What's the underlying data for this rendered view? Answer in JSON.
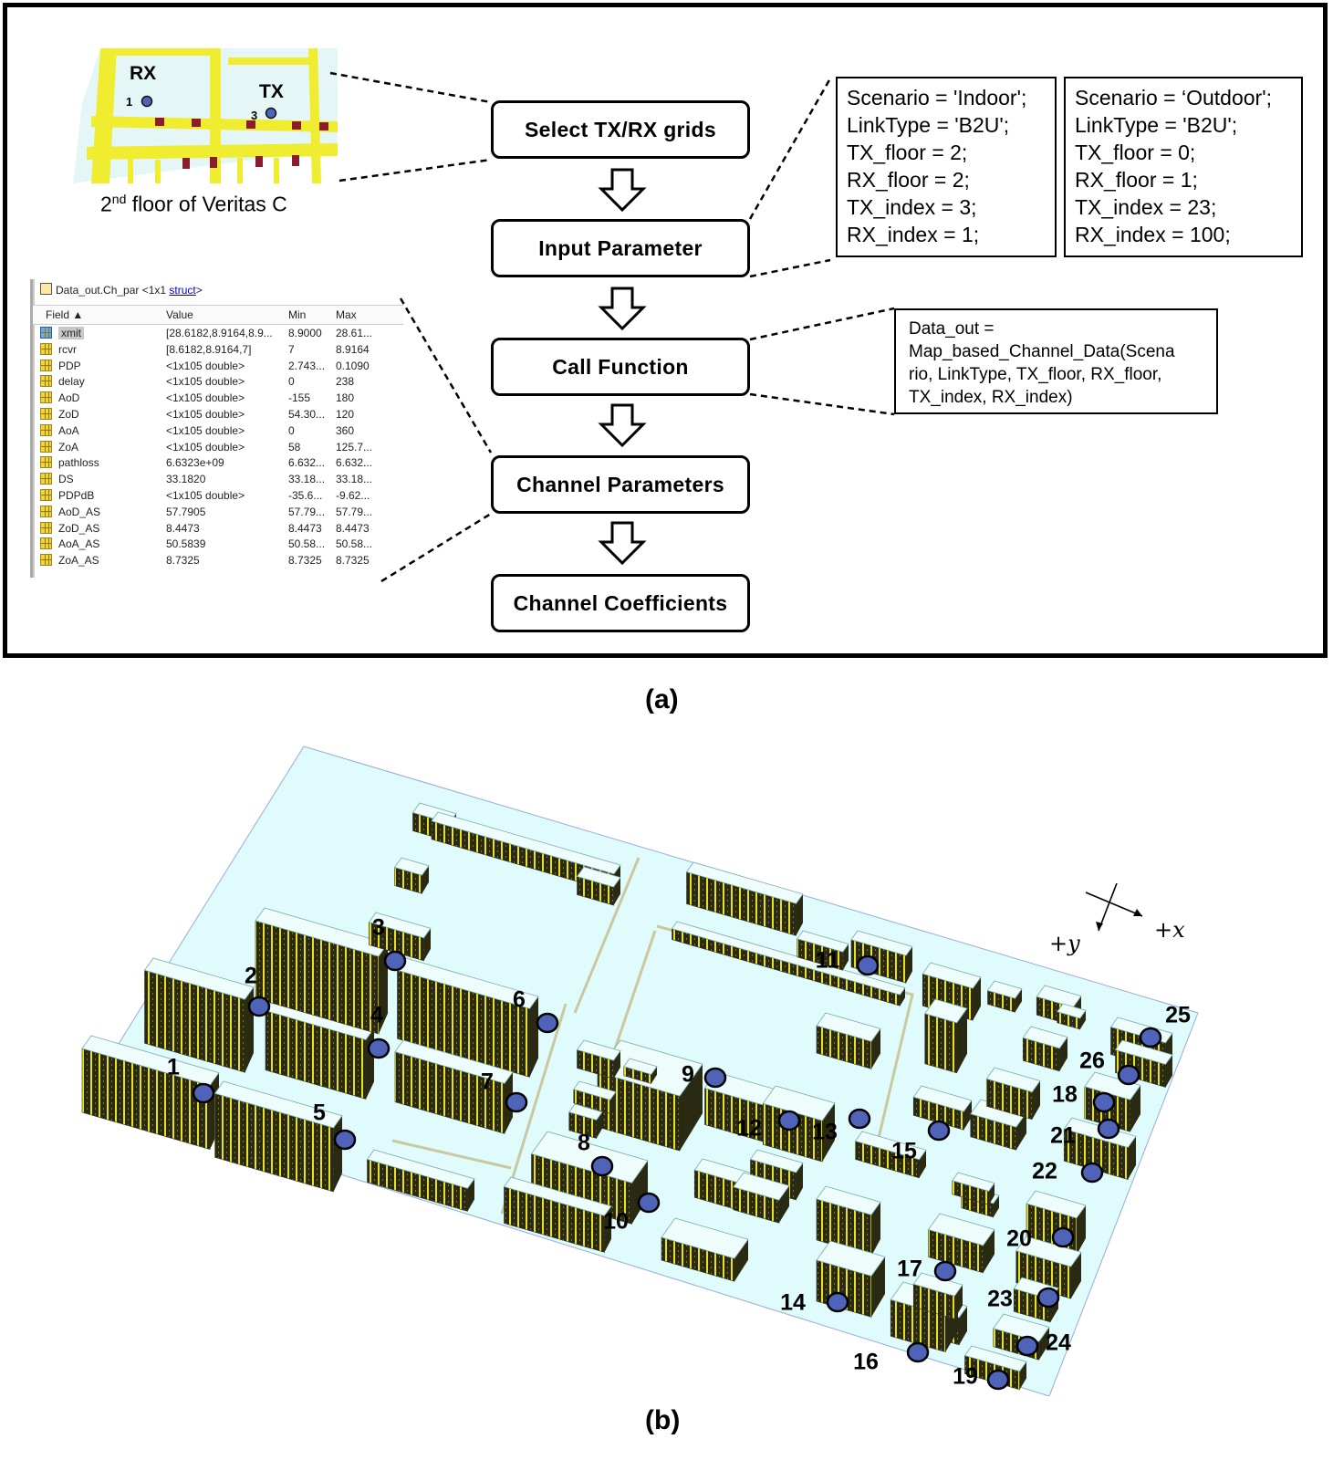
{
  "panel_a": {
    "caption": "(a)",
    "flow_steps": [
      {
        "label": "Select TX/RX grids"
      },
      {
        "label": "Input Parameter"
      },
      {
        "label": "Call Function"
      },
      {
        "label": "Channel Parameters"
      },
      {
        "label": "Channel Coefficients"
      }
    ],
    "floor_image": {
      "rx_label": "RX",
      "tx_label": "TX",
      "rx_index": "1",
      "tx_index": "3",
      "caption_prefix": "2",
      "caption_sup": "nd",
      "caption_rest": " floor of Veritas C"
    },
    "indoor_params": [
      "Scenario = 'Indoor';",
      "LinkType = 'B2U';",
      "TX_floor = 2;",
      "RX_floor = 2;",
      "TX_index = 3;",
      "RX_index = 1;"
    ],
    "outdoor_params": [
      "Scenario = ‘Outdoor';",
      "LinkType = 'B2U';",
      "TX_floor = 0;",
      "RX_floor = 1;",
      "TX_index = 23;",
      "RX_index = 100;"
    ],
    "call_lines": [
      "Data_out =",
      "Map_based_Channel_Data(Scena",
      "rio, LinkType, TX_floor, RX_floor,",
      "TX_index, RX_index)"
    ],
    "workspace": {
      "title_prefix": "Data_out.Ch_par <1x1 ",
      "title_link": "struct",
      "title_suffix": ">",
      "headers": {
        "field": "Field ▲",
        "value": "Value",
        "min": "Min",
        "max": "Max"
      },
      "rows": [
        {
          "field": "xmit",
          "value": "[28.6182,8.9164,8.9...",
          "min": "8.9000",
          "max": "28.61..."
        },
        {
          "field": "rcvr",
          "value": "[8.6182,8.9164,7]",
          "min": "7",
          "max": "8.9164"
        },
        {
          "field": "PDP",
          "value": "<1x105 double>",
          "min": "2.743...",
          "max": "0.1090"
        },
        {
          "field": "delay",
          "value": "<1x105 double>",
          "min": "0",
          "max": "238"
        },
        {
          "field": "AoD",
          "value": "<1x105 double>",
          "min": "-155",
          "max": "180"
        },
        {
          "field": "ZoD",
          "value": "<1x105 double>",
          "min": "54.30...",
          "max": "120"
        },
        {
          "field": "AoA",
          "value": "<1x105 double>",
          "min": "0",
          "max": "360"
        },
        {
          "field": "ZoA",
          "value": "<1x105 double>",
          "min": "58",
          "max": "125.7..."
        },
        {
          "field": "pathloss",
          "value": "6.6323e+09",
          "min": "6.632...",
          "max": "6.632..."
        },
        {
          "field": "DS",
          "value": "33.1820",
          "min": "33.18...",
          "max": "33.18..."
        },
        {
          "field": "PDPdB",
          "value": "<1x105 double>",
          "min": "-35.6...",
          "max": "-9.62..."
        },
        {
          "field": "AoD_AS",
          "value": "57.7905",
          "min": "57.79...",
          "max": "57.79..."
        },
        {
          "field": "ZoD_AS",
          "value": "8.4473",
          "min": "8.4473",
          "max": "8.4473"
        },
        {
          "field": "AoA_AS",
          "value": "50.5839",
          "min": "50.58...",
          "max": "50.58..."
        },
        {
          "field": "ZoA_AS",
          "value": "8.7325",
          "min": "8.7325",
          "max": "8.7325"
        }
      ]
    }
  },
  "panel_b": {
    "caption": "(b)",
    "axis_x_label": "+x",
    "axis_y_label": "+y",
    "building_labels": [
      "1",
      "2",
      "3",
      "4",
      "5",
      "6",
      "7",
      "8",
      "9",
      "10",
      "11",
      "12",
      "13",
      "14",
      "15",
      "16",
      "17",
      "18",
      "19",
      "20",
      "21",
      "22",
      "23",
      "24",
      "25",
      "26"
    ],
    "colors": {
      "ground": "#dffbfb",
      "roof": "#eefcfc",
      "facade": "#2a2a12",
      "stripe": "#e8e020",
      "marker": "#4f63b8"
    }
  }
}
